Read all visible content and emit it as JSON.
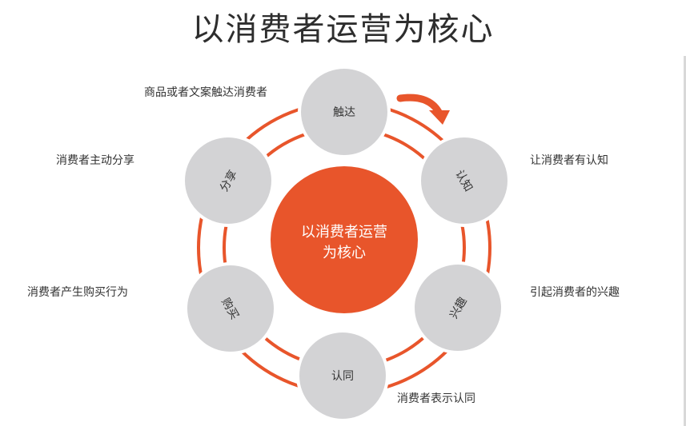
{
  "title": "以消费者运营为核心",
  "center": {
    "line1": "以消费者运营",
    "line2": "为核心"
  },
  "nodes": [
    {
      "id": "reach",
      "label": "触达"
    },
    {
      "id": "cognition",
      "label": "认知"
    },
    {
      "id": "interest",
      "label": "兴趣"
    },
    {
      "id": "identify",
      "label": "认同"
    },
    {
      "id": "purchase",
      "label": "购买"
    },
    {
      "id": "share",
      "label": "分享"
    }
  ],
  "callouts": {
    "reach": "商品或者文案触达消费者",
    "cognition": "让消费者有认知",
    "interest": "引起消费者的兴趣",
    "identify": "消费者表示认同",
    "purchase": "消费者产生购买行为",
    "share": "消费者主动分享"
  },
  "colors": {
    "accent": "#e8552b",
    "node_fill": "#d3d3d5",
    "node_stroke": "#ffffff",
    "text": "#333333"
  }
}
